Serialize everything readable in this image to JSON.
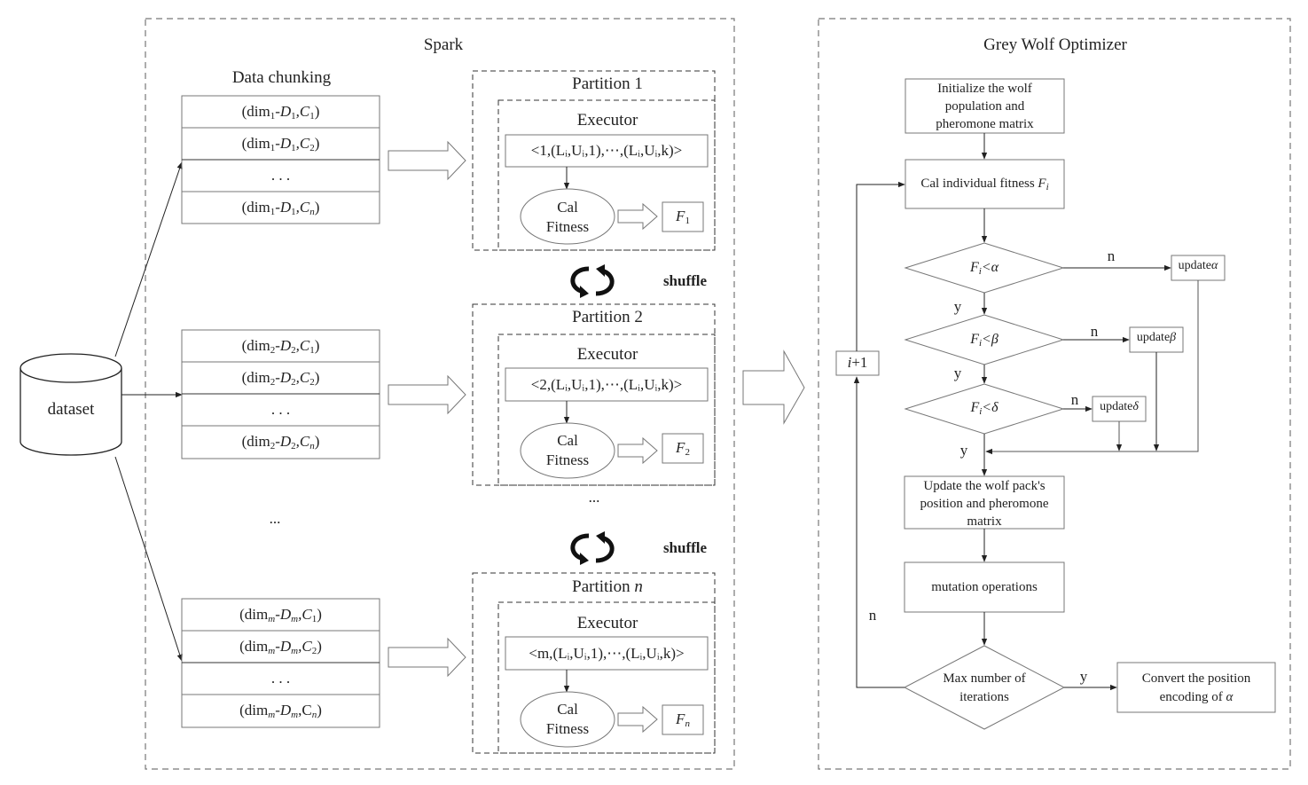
{
  "spark": {
    "title": "Spark",
    "data_chunking_title": "Data chunking",
    "dataset_label": "dataset",
    "between_groups_ellipsis": "...",
    "chunk_groups": [
      {
        "rows": [
          {
            "pre": "(dim",
            "s1": "1",
            "mid": "-",
            "D": "D",
            "s2": "1",
            "C": ",C",
            "s3": "1",
            "post": ")"
          },
          {
            "pre": "(dim",
            "s1": "1",
            "mid": "-",
            "D": "D",
            "s2": "1",
            "C": ",C",
            "s3": "2",
            "post": ")"
          },
          {
            "text": ". . ."
          },
          {
            "pre": "(dim",
            "s1": "1",
            "mid": "-",
            "D": "D",
            "s2": "1",
            "C": ",C",
            "s3": "n",
            "post": ")"
          }
        ]
      },
      {
        "rows": [
          {
            "pre": "(dim",
            "s1": "2",
            "mid": "-",
            "D": "D",
            "s2": "2",
            "C": ",C",
            "s3": "1",
            "post": ")"
          },
          {
            "pre": "(dim",
            "s1": "2",
            "mid": "-",
            "D": "D",
            "s2": "2",
            "C": ",C",
            "s3": "2",
            "post": ")"
          },
          {
            "text": ". . ."
          },
          {
            "pre": "(dim",
            "s1": "2",
            "mid": "-",
            "D": "D",
            "s2": "2",
            "C": ",C",
            "s3": "n",
            "post": ")"
          }
        ]
      },
      {
        "rows": [
          {
            "pre": "(dim",
            "s1": "m",
            "mid": "-",
            "D": "D",
            "s2": "m",
            "C": ",C",
            "s3": "1",
            "post": ")"
          },
          {
            "pre": "(dim",
            "s1": "m",
            "mid": "-",
            "D": "D",
            "s2": "m",
            "C": ",C",
            "s3": "2",
            "post": ")"
          },
          {
            "text": ". . ."
          },
          {
            "pre": "(dim",
            "s1": "m",
            "mid": "-",
            "D": "D",
            "s2": "m",
            "C": ",C",
            "s3": "n",
            "post": ")"
          }
        ]
      }
    ],
    "partitions": [
      {
        "title": "Partition 1",
        "title_var": "",
        "executor": "Executor",
        "tuple_prefix": "<1,",
        "fitness_label_1": "Cal",
        "fitness_label_2": "Fitness",
        "result": "F",
        "result_sub": "1"
      },
      {
        "title": "Partition 2",
        "title_var": "",
        "executor": "Executor",
        "tuple_prefix": "<2,",
        "fitness_label_1": "Cal",
        "fitness_label_2": "Fitness",
        "result": "F",
        "result_sub": "2"
      },
      {
        "title": "Partition ",
        "title_var": "n",
        "executor": "Executor",
        "tuple_prefix": "<m,",
        "fitness_label_1": "Cal",
        "fitness_label_2": "Fitness",
        "result": "F",
        "result_sub": "n"
      }
    ],
    "tuple_body": "(Lᵢ,Uᵢ,1),⋯,(Lᵢ,Uᵢ,k)>",
    "shuffle_label": "shuffle",
    "partition_ellipsis": "..."
  },
  "gwo": {
    "title": "Grey Wolf Optimizer",
    "init_lines": [
      "Initialize the wolf",
      "population and",
      "pheromone matrix"
    ],
    "cal_fitness": "Cal individual fitness ",
    "cal_fitness_var": "F",
    "cal_fitness_sub": "i",
    "decisions": [
      {
        "lhs": "F",
        "sub": "i",
        "op": "<",
        "rhs": "α",
        "no": "n",
        "yes": "y",
        "update": "update",
        "update_var": "α"
      },
      {
        "lhs": "F",
        "sub": "i",
        "op": "<",
        "rhs": "β",
        "no": "n",
        "yes": "y",
        "update": "update",
        "update_var": "β"
      },
      {
        "lhs": "F",
        "sub": "i",
        "op": "<",
        "rhs": "δ",
        "no": "n",
        "yes": "y",
        "update": "update",
        "update_var": "δ"
      }
    ],
    "update_lines": [
      "Update the wolf pack's",
      "position and pheromone",
      "matrix"
    ],
    "mutation": "mutation operations",
    "max_iter_lines": [
      "Max number of",
      "iterations"
    ],
    "max_no": "n",
    "max_yes": "y",
    "convert_lines": [
      "Convert the position",
      "encoding of "
    ],
    "convert_var": "α",
    "loop_var": "i",
    "loop_rest": "+1"
  }
}
